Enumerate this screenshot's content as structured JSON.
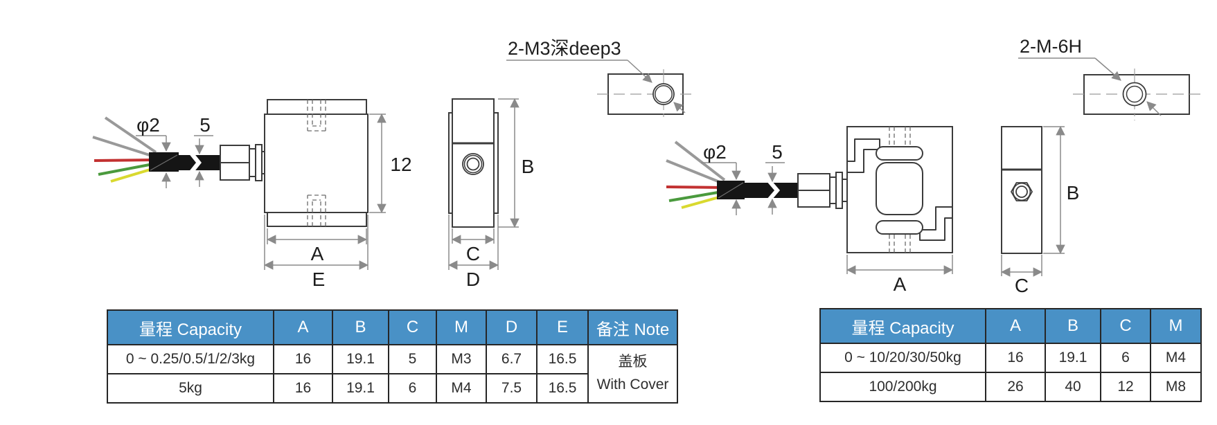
{
  "drawings": {
    "left": {
      "callout_label": "2-M3深deep3",
      "dims": {
        "cable_diameter": "φ2",
        "cable_section": "5",
        "body_height": "12",
        "width_a": "A",
        "width_e": "E",
        "depth_c": "C",
        "depth_d": "D",
        "height_b": "B"
      }
    },
    "right": {
      "callout_label": "2-M-6H",
      "dims": {
        "cable_diameter": "φ2",
        "cable_section": "5",
        "width_a": "A",
        "height_b": "B",
        "depth_c": "C"
      }
    }
  },
  "tables": {
    "left": {
      "headers": [
        "量程 Capacity",
        "A",
        "B",
        "C",
        "M",
        "D",
        "E",
        "备注 Note"
      ],
      "rows": [
        [
          "0 ~ 0.25/0.5/1/2/3kg",
          "16",
          "19.1",
          "5",
          "M3",
          "6.7",
          "16.5"
        ],
        [
          "5kg",
          "16",
          "19.1",
          "6",
          "M4",
          "7.5",
          "16.5"
        ]
      ],
      "note_line1": "盖板",
      "note_line2": "With Cover"
    },
    "right": {
      "headers": [
        "量程 Capacity",
        "A",
        "B",
        "C",
        "M"
      ],
      "rows": [
        [
          "0 ~ 10/20/30/50kg",
          "16",
          "19.1",
          "6",
          "M4"
        ],
        [
          "100/200kg",
          "26",
          "40",
          "12",
          "M8"
        ]
      ]
    }
  },
  "colors": {
    "header_bg": "#4991C6",
    "header_text": "#ffffff",
    "table_border": "#262626",
    "drawing_line": "#3b3b3b",
    "dimension_line": "#8a8a8a",
    "cable": "#151515",
    "wire_red": "#c23131",
    "wire_green": "#4a9a3d",
    "wire_yellow": "#d9d92f",
    "wire_gray": "#999999"
  }
}
